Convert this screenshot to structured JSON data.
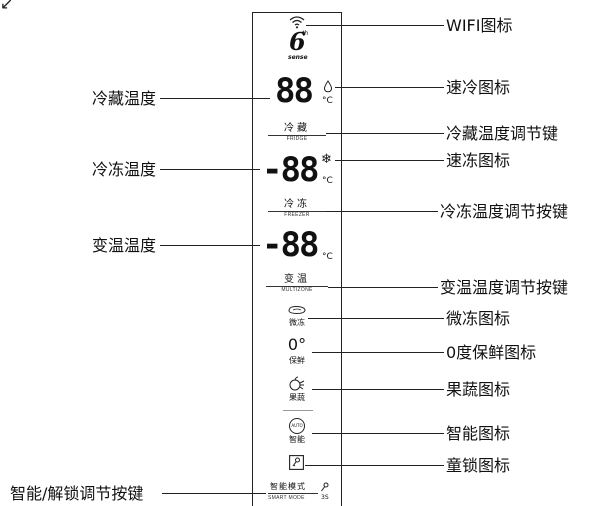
{
  "panel": {
    "sense_number": "6",
    "sense_sup": "th",
    "sense_word": "sense",
    "segment_digits": "88",
    "segment_minus": "-",
    "unit_c": "°C",
    "snow_glyph": "❄",
    "fridge_button": {
      "label": "冷藏",
      "sub": "FRIDGE"
    },
    "freezer_button": {
      "label": "冷冻",
      "sub": "FREEZER"
    },
    "multizone_button": {
      "label": "变温",
      "sub": "MULTIZONE"
    },
    "micro_freeze_label": "微冻",
    "zero_degree_symbol": "0°",
    "fresh_label": "保鲜",
    "fruit_label": "果蔬",
    "auto_symbol": "AUTO",
    "smart_label": "智能",
    "smart_mode_label": "智能模式",
    "smart_mode_sub": "SMART MODE",
    "lock_hint": "3S",
    "icons": [
      "wifi-icon",
      "water-drop-icon",
      "snowflake-icon",
      "meat-icon",
      "zero-degree-icon",
      "fruit-icon",
      "auto-icon",
      "key-icon"
    ]
  },
  "left_labels": {
    "fridge_temp": "冷藏温度",
    "freezer_temp": "冷冻温度",
    "multizone_temp": "变温温度",
    "smart_unlock_key": "智能/解锁调节按键"
  },
  "right_labels": {
    "wifi": "WIFI图标",
    "quick_cool": "速冷图标",
    "fridge_adjust": "冷藏温度调节键",
    "quick_freeze": "速冻图标",
    "freezer_adjust": "冷冻温度调节按键",
    "multizone_adjust": "变温温度调节按键",
    "micro_freeze": "微冻图标",
    "zero_fresh": "0度保鲜图标",
    "fruit": "果蔬图标",
    "smart": "智能图标",
    "child_lock": "童锁图标"
  }
}
